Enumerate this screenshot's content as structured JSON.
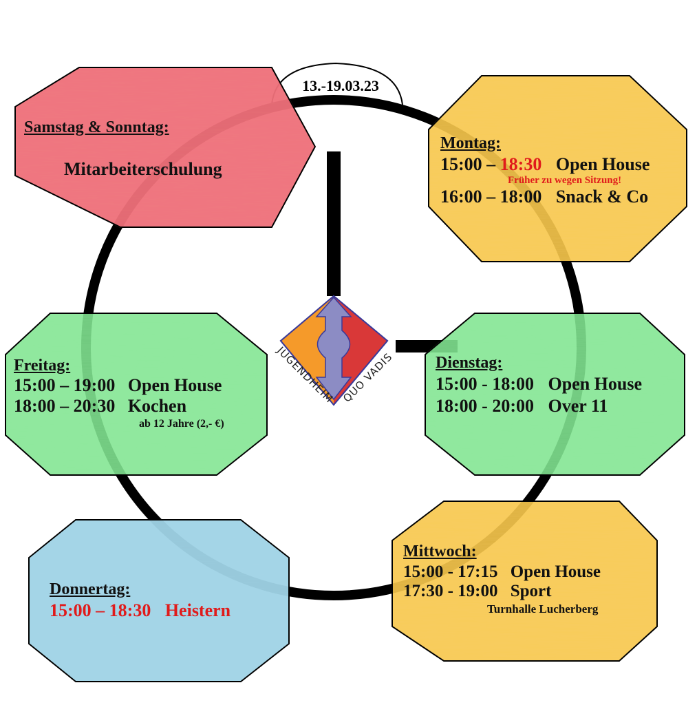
{
  "date_tab": "13.-19.03.23",
  "logo": {
    "text_left": "JUGENDHEIM",
    "text_right": "QUO VADIS",
    "colors": {
      "left": "#f59a2a",
      "right": "#d93838",
      "arrow": "#8c8cc4",
      "border": "#3a3a9a"
    }
  },
  "colors": {
    "red_hex": "#ee6f78",
    "orange_hex": "#f7c648",
    "green_hex": "#7fe58f",
    "blue_hex": "#9fd3e6",
    "ring": "#000000",
    "highlight": "#e01b1b"
  },
  "days": {
    "weekend": {
      "heading": "Samstag & Sonntag:",
      "line1": "Mitarbeiterschulung"
    },
    "monday": {
      "heading": "Montag:",
      "line1_start": "15:00 –",
      "line1_end": "18:30",
      "line1_event": "Open House",
      "note": "Früher zu wegen Sitzung!",
      "line2_time": "16:00 – 18:00",
      "line2_event": "Snack & Co"
    },
    "friday": {
      "heading": "Freitag:",
      "line1_time": "15:00 – 19:00",
      "line1_event": "Open House",
      "line2_time": "18:00 – 20:30",
      "line2_event": "Kochen",
      "note": "ab 12 Jahre (2,- €)"
    },
    "tuesday": {
      "heading": "Dienstag:",
      "line1_time": "15:00 - 18:00",
      "line1_event": "Open House",
      "line2_time": "18:00 - 20:00",
      "line2_event": "Over 11"
    },
    "thursday": {
      "heading": "Donnertag:",
      "line1_time": "15:00 – 18:30",
      "line1_event": "Heistern"
    },
    "wednesday": {
      "heading": "Mittwoch:",
      "line1_time": "15:00 - 17:15",
      "line1_event": "Open House",
      "line2_time": "17:30 - 19:00",
      "line2_event": "Sport",
      "note": "Turnhalle Lucherberg"
    }
  }
}
